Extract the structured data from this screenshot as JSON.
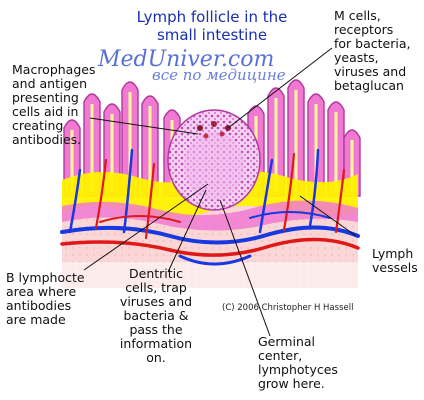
{
  "title": {
    "line1": "Lymph follicle in the",
    "line2": "small intestine"
  },
  "watermark": {
    "brand": "MedUniver.com",
    "tagline": "все по медицине"
  },
  "labels": {
    "m_cells": [
      "M cells,",
      "receptors",
      "for bacteria,",
      "yeasts,",
      "viruses and",
      "betaglucan"
    ],
    "macrophages": [
      "Macrophages",
      "and antigen",
      "presenting",
      "cells aid in",
      "creating",
      "antibodies."
    ],
    "lymph_vessels": [
      "Lymph",
      "vessels"
    ],
    "b_lymphocyte": [
      "B lymphocte",
      "area where",
      "antibodies",
      "are made"
    ],
    "dendritic": [
      "Dentritic",
      "cells, trap",
      "viruses and",
      "bacteria &",
      "pass the",
      "information",
      "on."
    ],
    "germinal": [
      "Germinal",
      "center,",
      "lymphotyces",
      "grow here."
    ]
  },
  "copyright": "(C) 2006 Christopher H Hassell",
  "colors": {
    "title": "#1a2fb0",
    "villus_pink": "#f07ad2",
    "villus_outline": "#b03aa0",
    "epithelium_yellow": "#fff200",
    "vessel_red": "#e01818",
    "vessel_blue": "#1838e0",
    "follicle": "#f2c4f0",
    "tissue": "#f9c8c8"
  }
}
